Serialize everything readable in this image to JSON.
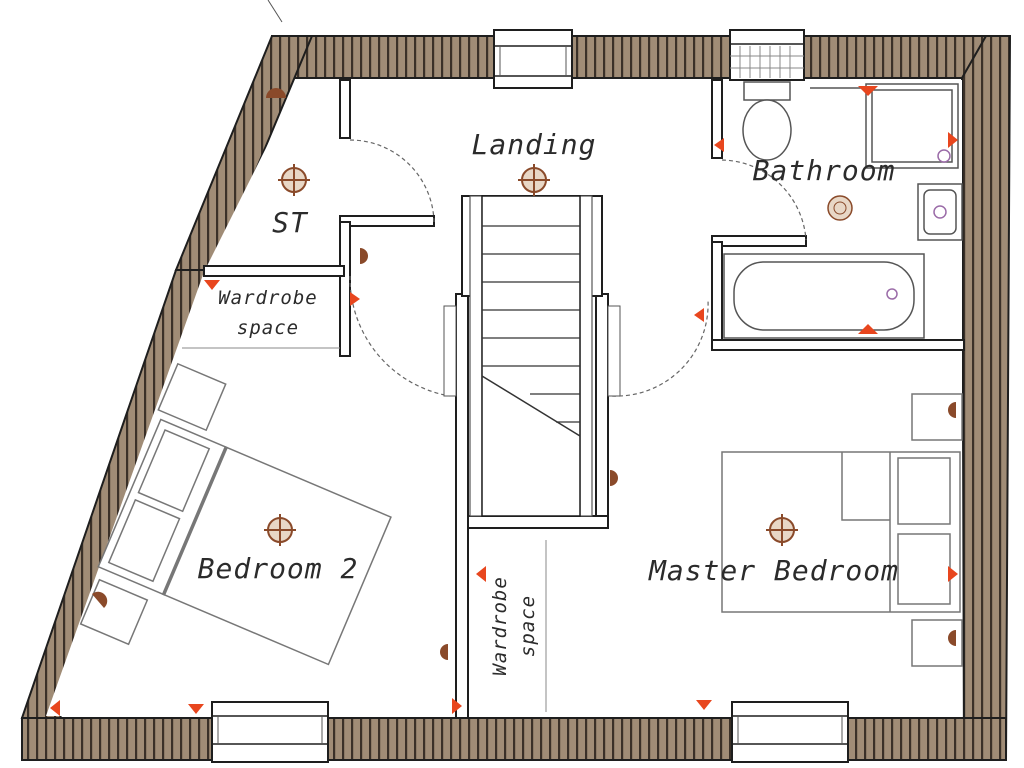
{
  "plan": {
    "colors": {
      "wall_fill": "#a08c76",
      "wall_hatch": "#3a3028",
      "wall_line": "#1e1e1e",
      "fixture_line": "#555555",
      "symbol_color": "#8a4a2a",
      "marker_color": "#e8461e",
      "background": "#ffffff"
    },
    "rooms": {
      "landing": "Landing",
      "bathroom": "Bathroom",
      "store": "ST",
      "bedroom2": "Bedroom 2",
      "master": "Master Bedroom"
    },
    "wardrobe_left": {
      "line1": "Wardrobe",
      "line2": "space"
    },
    "wardrobe_right": {
      "line1": "Wardrobe",
      "line2": "space"
    },
    "icons": {
      "ceiling_light": "ceiling-light-icon",
      "socket": "power-socket-icon",
      "radiator_marker": "radiator-marker-icon"
    }
  }
}
